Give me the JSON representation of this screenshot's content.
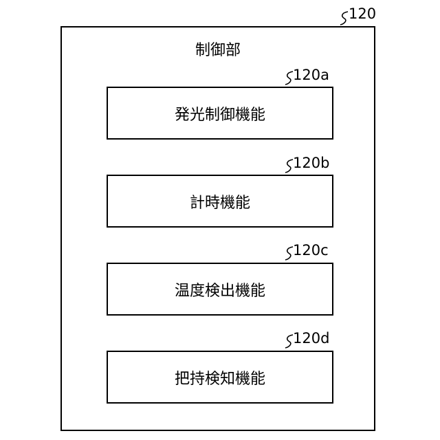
{
  "control_unit": {
    "ref": "120",
    "title": "制御部"
  },
  "functions": [
    {
      "ref": "120a",
      "label": "発光制御機能"
    },
    {
      "ref": "120b",
      "label": "計時機能"
    },
    {
      "ref": "120c",
      "label": "温度検出機能"
    },
    {
      "ref": "120d",
      "label": "把持検知機能"
    }
  ]
}
